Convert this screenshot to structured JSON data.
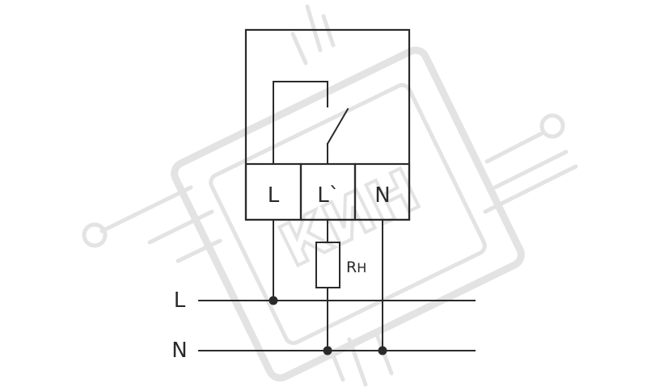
{
  "terminals": [
    {
      "id": "L",
      "label": "L"
    },
    {
      "id": "L_out",
      "label": "L`"
    },
    {
      "id": "N",
      "label": "N"
    }
  ],
  "load": {
    "label_main": "R",
    "label_sub": "Н"
  },
  "lines": [
    {
      "id": "L",
      "label": "L"
    },
    {
      "id": "N",
      "label": "N"
    }
  ],
  "watermark": {
    "text": "КИН"
  },
  "colors": {
    "stroke": "#2a2a2a",
    "background": "#ffffff",
    "watermark": "#e3e3e3"
  }
}
